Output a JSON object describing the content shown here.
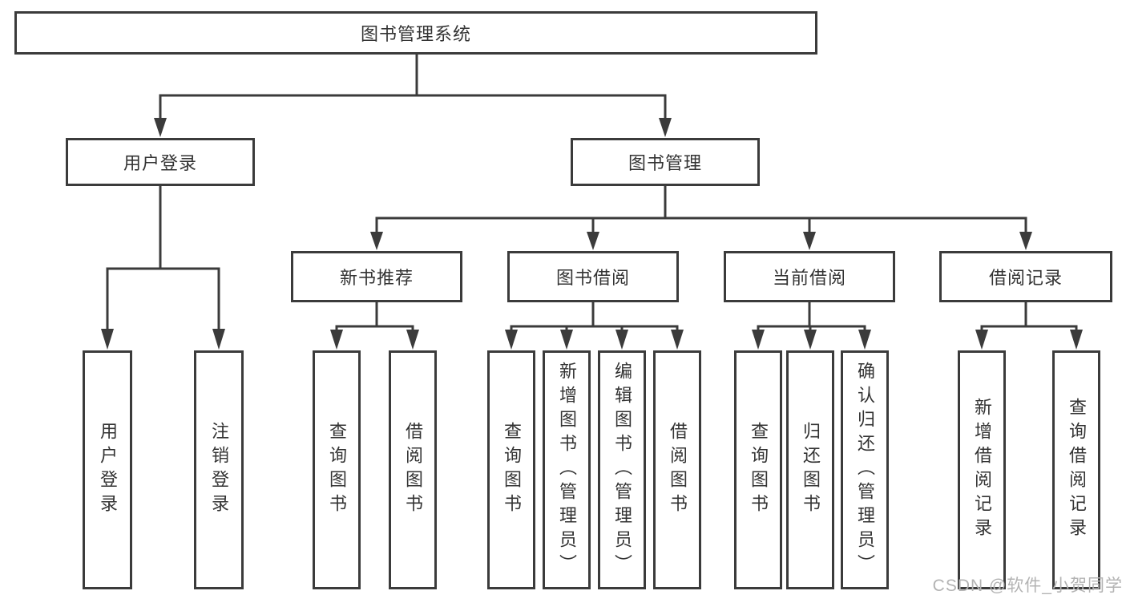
{
  "diagram": {
    "root": {
      "label": "图书管理系统"
    },
    "level2": [
      {
        "label": "用户登录"
      },
      {
        "label": "图书管理"
      }
    ],
    "level3": [
      {
        "label": "新书推荐"
      },
      {
        "label": "图书借阅"
      },
      {
        "label": "当前借阅"
      },
      {
        "label": "借阅记录"
      }
    ],
    "leaves": {
      "user_login": [
        "用户登录",
        "注销登录"
      ],
      "new_book": [
        "查询图书",
        "借阅图书"
      ],
      "book_borrow": [
        "查询图书",
        "新增图书（管理员）",
        "编辑图书（管理员）",
        "借阅图书"
      ],
      "current_borrow": [
        "查询图书",
        "归还图书",
        "确认归还（管理员）"
      ],
      "borrow_record": [
        "新增借阅记录",
        "查询借阅记录"
      ]
    }
  },
  "watermark": "CSDN @软件_小贺同学",
  "colors": {
    "line": "#3b3b3b",
    "text": "#333333",
    "watermark": "#b3b3b3",
    "background": "#ffffff"
  }
}
